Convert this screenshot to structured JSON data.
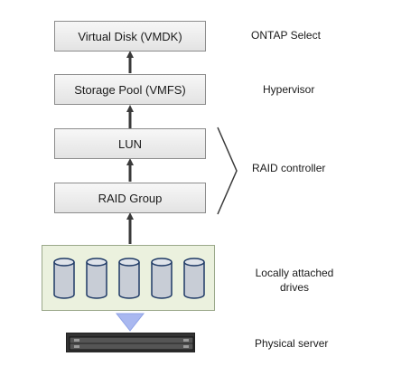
{
  "stack": {
    "virtual_disk": "Virtual Disk (VMDK)",
    "storage_pool": "Storage Pool (VMFS)",
    "lun": "LUN",
    "raid_group": "RAID Group"
  },
  "labels": {
    "ontap_select": "ONTAP Select",
    "hypervisor": "Hypervisor",
    "raid_controller": "RAID controller",
    "drives_line1": "Locally attached",
    "drives_line2": "drives",
    "physical_server": "Physical server"
  },
  "drives": {
    "count": 5
  },
  "colors": {
    "box_border": "#8c8c8c",
    "drives_panel": "#ebf1de",
    "drive_body": "#c8cdd6",
    "drive_border": "#1f3a66",
    "arrow": "#3a3a3a",
    "server": "#333333",
    "beam": "#a9b8f0"
  }
}
